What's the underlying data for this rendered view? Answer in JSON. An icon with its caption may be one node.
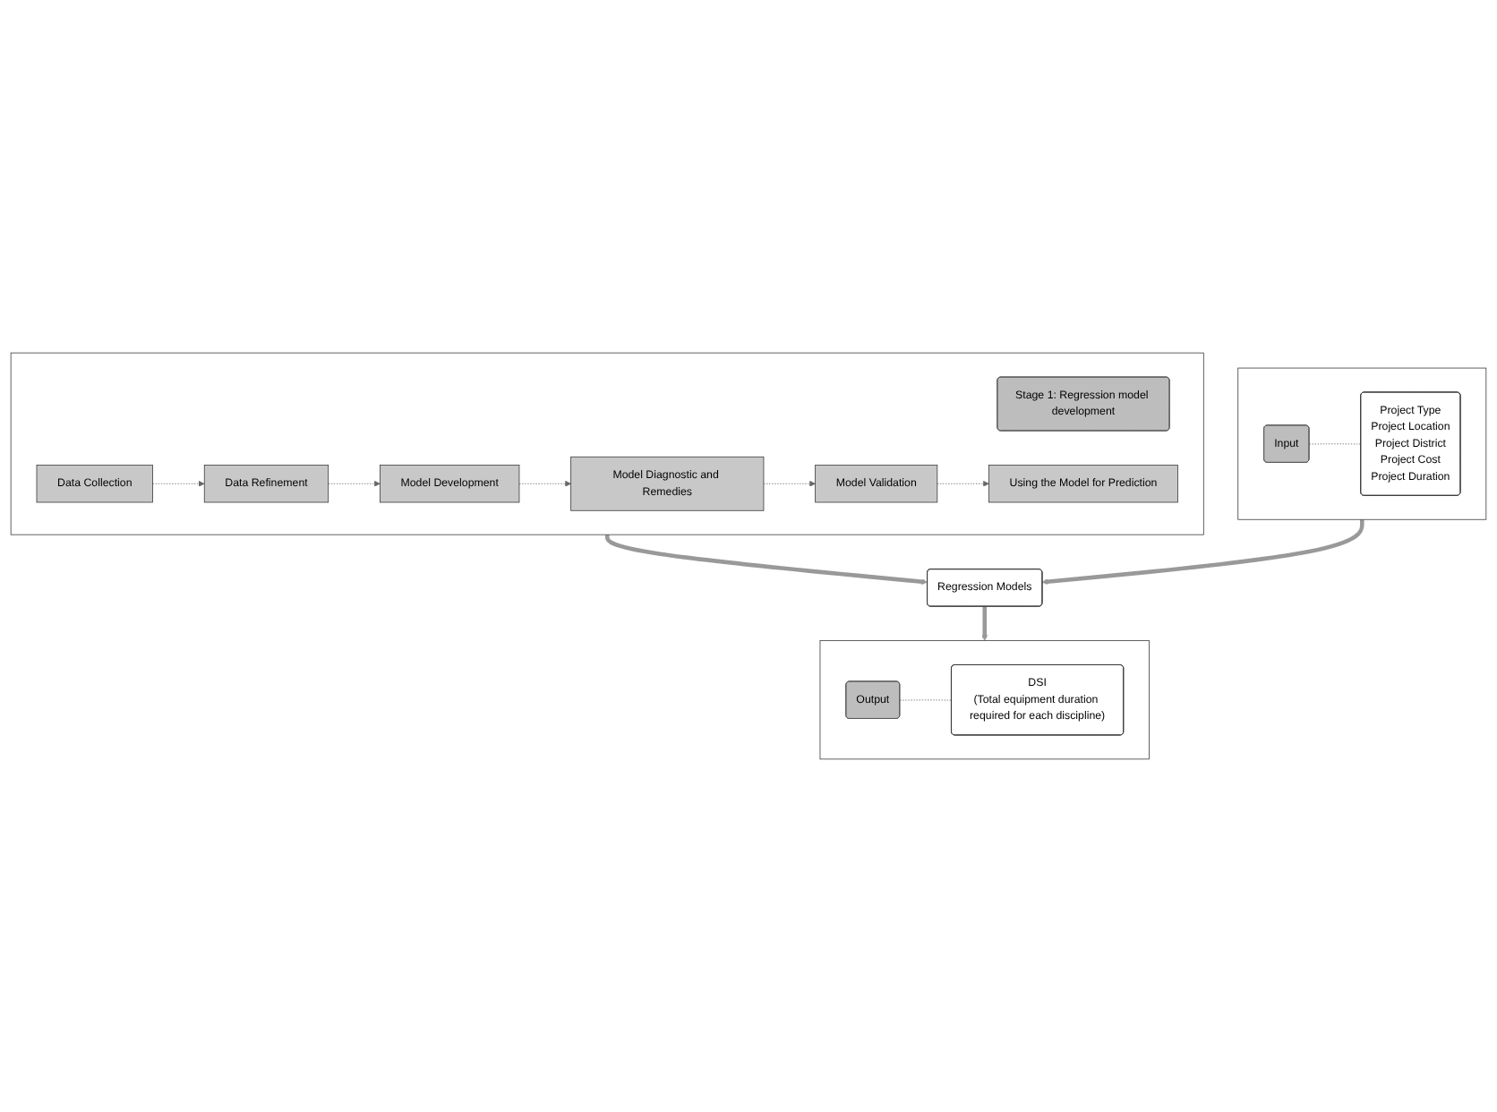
{
  "diagram": {
    "nodes": [
      {
        "text": [],
        "shape": "box"
      },
      {
        "text": [
          "Stage 1: Regression model development"
        ],
        "in": 0
      },
      {
        "text": [
          "Data Collection"
        ],
        "in": 0
      },
      {
        "text": [
          "Data Refinement"
        ],
        "in": 0
      },
      {
        "text": [
          "Model Development"
        ],
        "in": 0
      },
      {
        "text": [
          "Model Diagnostic and Remedies"
        ],
        "in": 0
      },
      {
        "text": [
          "Model Validation"
        ],
        "in": 0
      },
      {
        "text": [
          "Using the Model for Prediction"
        ],
        "in": 0
      },
      {
        "text": [],
        "shape": "box"
      },
      {
        "text": [
          "Input"
        ],
        "in": 8
      },
      {
        "text": [
          "Project Type",
          "Project Location",
          "Project District",
          "Project Cost",
          "Project Duration"
        ],
        "in": 8
      },
      {
        "text": [
          "Regression Models"
        ]
      },
      {
        "text": [],
        "shape": "box"
      },
      {
        "text": [
          "Output"
        ],
        "in": 12
      },
      {
        "text": [
          "DSI",
          "(Total equipment duration required for each discipline)"
        ],
        "in": 12
      }
    ],
    "edges": [
      {
        "from": 2,
        "to": 3,
        "arrow": "to",
        "style": "dashed"
      },
      {
        "from": 3,
        "to": 4,
        "arrow": "to",
        "style": "dashed"
      },
      {
        "from": 4,
        "to": 5,
        "arrow": "to",
        "style": "dashed"
      },
      {
        "from": 5,
        "to": 6,
        "arrow": "to",
        "style": "dashed"
      },
      {
        "from": 6,
        "to": 7,
        "arrow": "to",
        "style": "dashed"
      },
      {
        "from": 0,
        "to": 11,
        "arrow": "to",
        "style": "thick"
      },
      {
        "from": 9,
        "to": 10,
        "arrow": "none",
        "style": "dashed"
      },
      {
        "from": 8,
        "to": 11,
        "arrow": "to",
        "style": "thick"
      },
      {
        "from": 11,
        "to": 12,
        "arrow": "to",
        "style": "thick"
      },
      {
        "from": 13,
        "to": 14,
        "arrow": "none",
        "style": "dashed"
      }
    ]
  }
}
